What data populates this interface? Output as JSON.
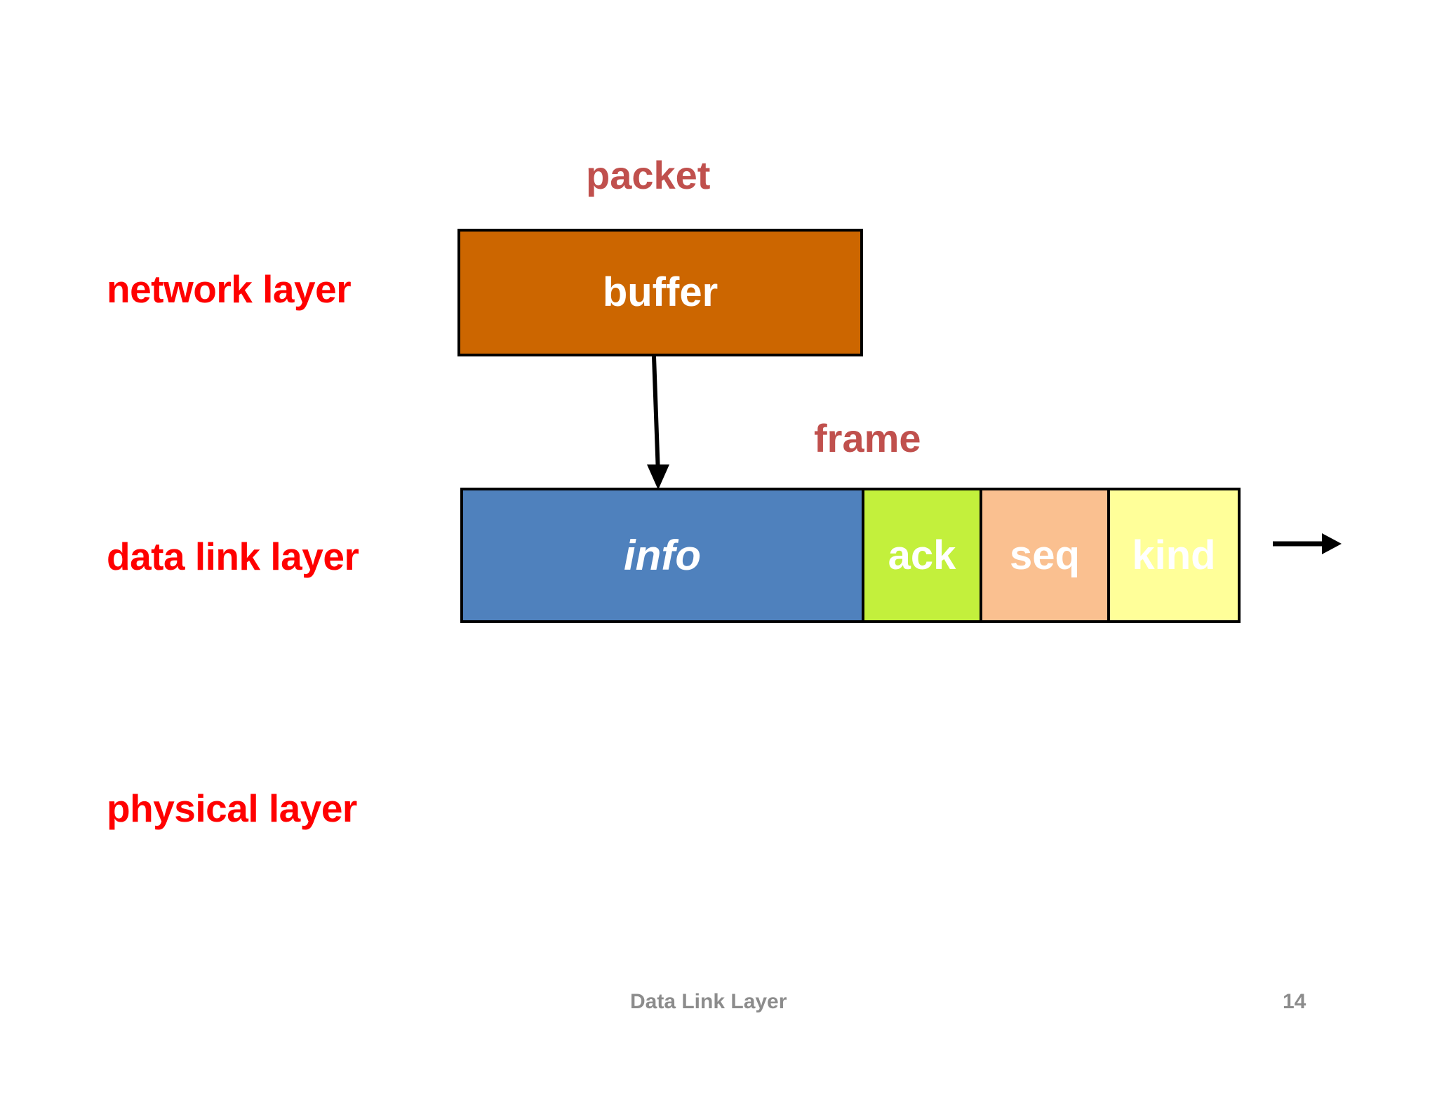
{
  "slide": {
    "footer_title": "Data Link Layer",
    "page_number": "14",
    "background_color": "#ffffff"
  },
  "layers": [
    {
      "id": "network",
      "label": "network layer",
      "color": "#ff0000"
    },
    {
      "id": "datalink",
      "label": "data link layer",
      "color": "#ff0000"
    },
    {
      "id": "physical",
      "label": "physical layer",
      "color": "#ff0000"
    }
  ],
  "captions": [
    {
      "id": "packet",
      "label": "packet",
      "color": "#c0504d"
    },
    {
      "id": "frame",
      "label": "frame",
      "color": "#c0504d"
    }
  ],
  "network_layer": {
    "buffer_box": {
      "label": "buffer",
      "fill": "#cc6600",
      "border": "#000000",
      "text_color": "#ffffff"
    }
  },
  "data_link_layer": {
    "frame_fields": [
      {
        "id": "info",
        "label": "info",
        "fill": "#4f81bd",
        "text_color": "#ffffff",
        "italic": true
      },
      {
        "id": "ack",
        "label": "ack",
        "fill": "#c3f03c",
        "text_color": "#ffffff",
        "italic": false
      },
      {
        "id": "seq",
        "label": "seq",
        "fill": "#fac090",
        "text_color": "#ffffff",
        "italic": false
      },
      {
        "id": "kind",
        "label": "kind",
        "fill": "#ffff99",
        "text_color": "#ffffff",
        "italic": false
      }
    ]
  },
  "arrows": [
    {
      "id": "buffer-to-frame",
      "direction": "down",
      "color": "#000000"
    },
    {
      "id": "frame-out",
      "direction": "right",
      "color": "#000000"
    }
  ]
}
